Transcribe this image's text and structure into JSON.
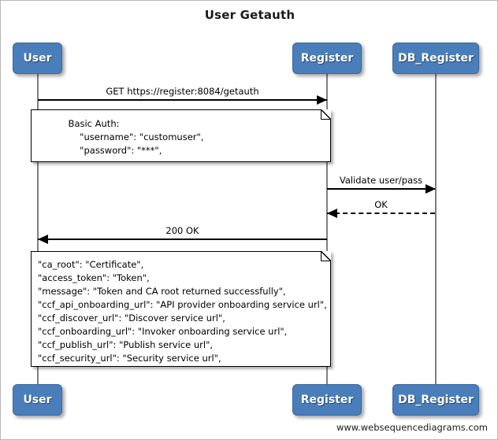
{
  "diagram": {
    "title": "User Getauth",
    "footer": "www.websequencediagrams.com",
    "accent_color": "#4a7ebb",
    "line_color": "#000000",
    "lifeline_color": "#808080"
  },
  "participants": [
    {
      "id": "user",
      "label": "User"
    },
    {
      "id": "register",
      "label": "Register"
    },
    {
      "id": "db_register",
      "label": "DB_Register"
    }
  ],
  "participants_bottom": [
    {
      "id": "user",
      "label": "User"
    },
    {
      "id": "register",
      "label": "Register"
    },
    {
      "id": "db_register",
      "label": "DB_Register"
    }
  ],
  "messages": [
    {
      "id": "m1",
      "label": "GET https://register:8084/getauth",
      "from": "user",
      "to": "register",
      "style": "solid",
      "direction": "right"
    },
    {
      "id": "m2",
      "label": "Validate user/pass",
      "from": "register",
      "to": "db_register",
      "style": "solid",
      "direction": "right"
    },
    {
      "id": "m3",
      "label": "OK",
      "from": "db_register",
      "to": "register",
      "style": "dashed",
      "direction": "left"
    },
    {
      "id": "m4",
      "label": "200 OK",
      "from": "register",
      "to": "user",
      "style": "solid",
      "direction": "left"
    }
  ],
  "notes": [
    {
      "id": "note-request",
      "lines": [
        "Basic Auth:",
        "    \"username\": \"customuser\",",
        "    \"password\": \"***\","
      ],
      "text": "          Basic Auth:\n              \"username\": \"customuser\",\n              \"password\": \"***\","
    },
    {
      "id": "note-response",
      "lines": [
        "\"ca_root\": \"Certificate\",",
        "\"access_token\": \"Token\",",
        "\"message\": \"Token and CA root returned successfully\",",
        "\"ccf_api_onboarding_url\": \"API provider onboarding service url\",",
        "\"ccf_discover_url\": \"Discover service url\",",
        "\"ccf_onboarding_url\": \"Invoker onboarding service url\",",
        "\"ccf_publish_url\": \"Publish service url\",",
        "\"ccf_security_url\": \"Security service url\","
      ],
      "text": "\"ca_root\": \"Certificate\",\n\"access_token\": \"Token\",\n\"message\": \"Token and CA root returned successfully\",\n\"ccf_api_onboarding_url\": \"API provider onboarding service url\",\n\"ccf_discover_url\": \"Discover service url\",\n\"ccf_onboarding_url\": \"Invoker onboarding service url\",\n\"ccf_publish_url\": \"Publish service url\",\n\"ccf_security_url\": \"Security service url\","
    }
  ]
}
